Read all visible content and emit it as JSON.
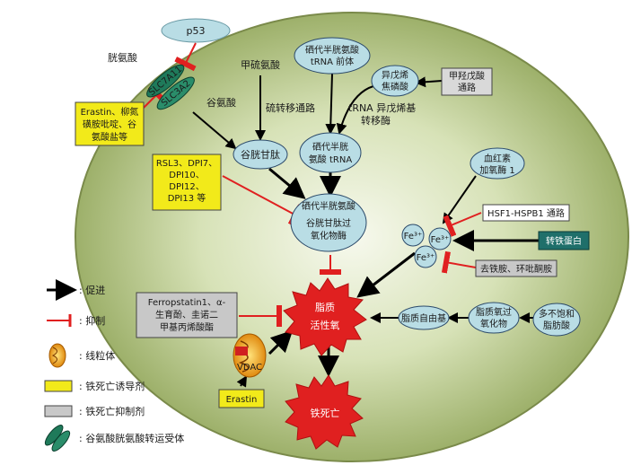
{
  "nodes": {
    "p53": "p53",
    "cystine": "胱氨酸",
    "glutamate": "谷氨酸",
    "slc7a11": "SLC7A11",
    "slc3a2": "SLC3A2",
    "erastin_group": [
      "Erastin、柳氮",
      "磺胺吡啶、谷",
      "氨酸盐等"
    ],
    "methionine": "甲硫氨酸",
    "transsulfuration": "硫转移通路",
    "sec_trna_precursor": [
      "硒代半胱氨酸",
      "tRNA 前体"
    ],
    "isopentenyl_pp": [
      "异戊烯",
      "焦磷酸"
    ],
    "mevalonate": [
      "甲羟戊酸",
      "通路"
    ],
    "trna_isopentenyl": [
      "tRNA 异戊烯基",
      "转移酶"
    ],
    "gsh": "谷胱甘肽",
    "sec_trna": [
      "硒代半胱",
      "氨酸 tRNA"
    ],
    "rsl3_group": [
      "RSL3、DPI7、",
      "DPI10、",
      "DPI12、",
      "DPI13 等"
    ],
    "gpx4": [
      "硒代半胱氨酸",
      "谷胱甘肽过",
      "氧化物酶"
    ],
    "heme_oxygenase": [
      "血红素",
      "加氧酶 1"
    ],
    "hsf1": "HSF1-HSPB1 通路",
    "fe3_a": "Fe³⁺",
    "fe3_b": "Fe³⁺",
    "fe3_c": "Fe³⁺",
    "transferrin": "转铁蛋白",
    "deferoxamine": "去铁胺、环吡酮胺",
    "ferrostatin_group": [
      "Ferropstatin1、α-",
      "生育酚、圭诺二",
      "甲基丙烯酸酯"
    ],
    "lipid_ros": [
      "脂质",
      "活性氧"
    ],
    "lipid_radical": "脂质自由基",
    "lipid_peroxidation": [
      "脂质氧过",
      "氧化物"
    ],
    "pufa": [
      "多不饱和",
      "脂肪酸"
    ],
    "vdac": "VDAC",
    "erastin": "Erastin",
    "ferroptosis": "铁死亡"
  },
  "legend": [
    {
      "icon": "promote-arrow-icon",
      "label": ": 促进"
    },
    {
      "icon": "inhibit-icon",
      "label": ": 抑制"
    },
    {
      "icon": "mitochondria-icon",
      "label": ": 线粒体"
    },
    {
      "icon": "inducer-box-icon",
      "label": ": 铁死亡诱导剂"
    },
    {
      "icon": "inhibitor-box-icon",
      "label": ": 铁死亡抑制剂"
    },
    {
      "icon": "transporter-icon",
      "label": ": 谷氨酸胱氨酸转运受体"
    }
  ],
  "colors": {
    "cell_fill": "#b8c98c",
    "node_fill": "#b9dde5",
    "inducer_fill": "#f2ea1a",
    "inhibitor_fill": "#c8c8c8",
    "transferrin_fill": "#1f6f6a",
    "ros_red": "#e02020",
    "inhibit_red": "#e02020"
  }
}
